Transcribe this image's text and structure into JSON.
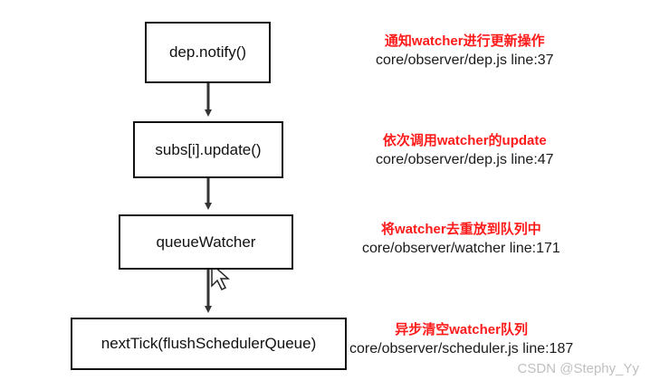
{
  "steps": [
    {
      "label": "dep.notify()",
      "note": "通知watcher进行更新操作",
      "path": "core/observer/dep.js   line:37"
    },
    {
      "label": "subs[i].update()",
      "note": "依次调用watcher的update",
      "path": "core/observer/dep.js   line:47"
    },
    {
      "label": "queueWatcher",
      "note": "将watcher去重放到队列中",
      "path": "core/observer/watcher   line:171"
    },
    {
      "label": "nextTick(flushSchedulerQueue)",
      "note": "异步清空watcher队列",
      "path": "core/observer/scheduler.js   line:187"
    }
  ],
  "colors": {
    "note": "#ff1a1a",
    "box_border": "#111111",
    "arrow": "#333333"
  },
  "watermark": "CSDN @Stephy_Yy"
}
